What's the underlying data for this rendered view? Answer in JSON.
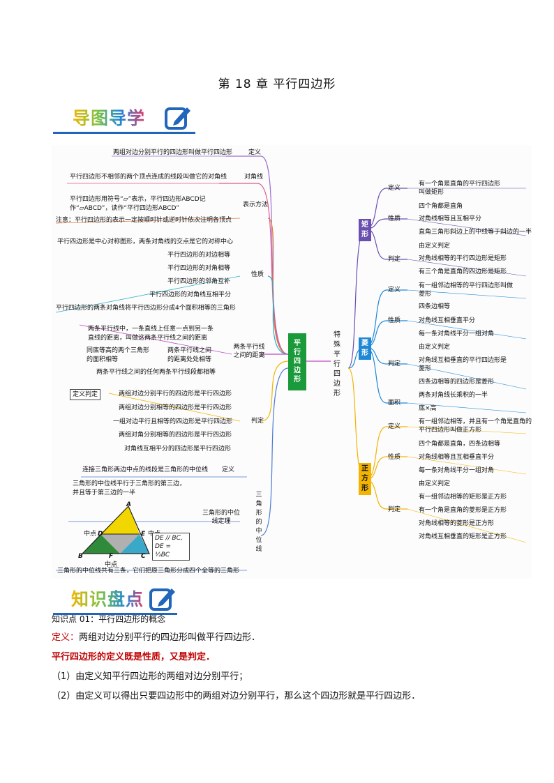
{
  "title": "第 18 章  平行四边形",
  "banners": {
    "map": "导图导学",
    "knowledge": "知识盘点"
  },
  "mindmap": {
    "center": "平行四边形",
    "special": "特殊平行四边形",
    "left": {
      "def": {
        "label": "定义",
        "text": "两组对边分别平行的四边形叫做平行四边形"
      },
      "diag": {
        "label": "对角线",
        "text": "平行四边形不相邻的两个顶点连成的线段叫做它的对角线"
      },
      "notation": {
        "label": "表示方法",
        "line1": "平行四边形用符号“▱”表示，平行四边形ABCD记",
        "line2": "作“▱ABCD”，读作“平行四边形ABCD”",
        "line3": "注意：平行四边形的表示一定按顺时针或逆时针依次注明各顶点"
      },
      "props": {
        "label": "性质",
        "items": [
          "平行四边形是中心对称图形，两条对角线的交点是它的对称中心",
          "平行四边形的对边相等",
          "平行四边形的对角相等",
          "平行四边形的邻角互补",
          "平行四边形的对角线互相平分",
          "平行四边形的两条对角线将平行四边形分成4个面积相等的三角形"
        ]
      },
      "dist": {
        "label": "两条平行线之间的距离",
        "l1": "两条平行线中，一条直线上任意一点到另一条",
        "l2": "直线的距离，叫做这两条平行线之间的距离",
        "a1": "同底等高的两个三角形",
        "a2": "的面积相等",
        "b1": "两条平行线之间",
        "b2": "的距离处处相等",
        "l3": "两条平行线之间的任何两条平行线段都相等"
      },
      "judge": {
        "label": "判定",
        "tag": "定义判定",
        "items": [
          "两组对边分别平行的四边形是平行四边形",
          "两组对边分别相等的四边形是平行四边形",
          "一组对边平行且相等的四边形是平行四边形",
          "两组对角分别相等的四边形是平行四边形",
          "对角线互相平分的四边形是平行四边形"
        ]
      },
      "midline": {
        "label": "三角形的中位线",
        "defLabel": "定义",
        "def": "连接三角形两边中点的线段是三角形的中位线",
        "thmLabel": "三角形的中位线定理",
        "thm1": "三角形的中位线平行于三角形的第三边，",
        "thm2": "并且等于第三边的一半",
        "formula1": "DE // BC,",
        "formula2": "DE = ½BC",
        "pts": {
          "A": "A",
          "B": "B",
          "C": "C",
          "D": "D",
          "E": "E",
          "F": "F"
        },
        "mid": "中点",
        "last": "三角形的中位线共有三条，它们把原三角形分成四个全等的三角形"
      }
    },
    "right": {
      "rect": {
        "label": "矩形",
        "defLabel": "定义",
        "def1": "有一个角是直角的平行四边形",
        "def2": "叫做矩形",
        "propLabel": "性质",
        "props": [
          "四个角都是直角",
          "对角线相等且互相平分",
          "直角三角形斜边上的中线等于斜边的一半"
        ],
        "judgeLabel": "判定",
        "judges": [
          "由定义判定",
          "对角线相等的平行四边形是矩形",
          "有三个角是直角的四边形是矩形"
        ]
      },
      "rhombus": {
        "label": "菱形",
        "defLabel": "定义",
        "def1": "有一组邻边相等的平行四边形叫做",
        "def2": "菱形",
        "propLabel": "性质",
        "props": [
          "四条边相等",
          "对角线互相垂直平分",
          "每一条对角线平分一组对角"
        ],
        "judgeLabel": "判定",
        "j1": "由定义判定",
        "j2a": "对角线互相垂直的平行四边形是",
        "j2b": "菱形",
        "j3": "四条边相等的四边形是菱形",
        "areaLabel": "面积",
        "areas": [
          "两条对角线长乘积的一半",
          "底×高"
        ]
      },
      "square": {
        "label": "正方形",
        "defLabel": "定义",
        "def1": "有一组邻边相等，并且有一个角是直角的",
        "def2": "平行四边形叫做正方形",
        "propLabel": "性质",
        "props": [
          "四个角都是直角，四条边相等",
          "对角线相等且互相垂直平分",
          "每一条对角线平分一组对角"
        ],
        "judgeLabel": "判定",
        "judges": [
          "由定义判定",
          "有一组邻边相等的矩形是正方形",
          "有一个角是直角的菱形是正方形",
          "对角线相等的菱形是正方形",
          "对角线互相垂直的矩形是正方形"
        ]
      }
    }
  },
  "knowledge": {
    "heading": "知识点 01：平行四边形的概念",
    "defPrefix": "定义：",
    "defText": "两组对边分别平行的四边形叫做平行四边形．",
    "note": "平行四边形的定义既是性质，又是判定．",
    "item1": "（1）由定义知平行四边形的两组对边分别平行；",
    "item2": "（2）由定义可以得出只要四边形中的两组对边分别平行，那么这个四边形就是平行四边形．"
  },
  "colors": {
    "center": "#1a9a3a",
    "rect": "#6a4fb0",
    "rhombus": "#1e88d6",
    "square": "#f2b400",
    "banner": "#2266bb"
  }
}
